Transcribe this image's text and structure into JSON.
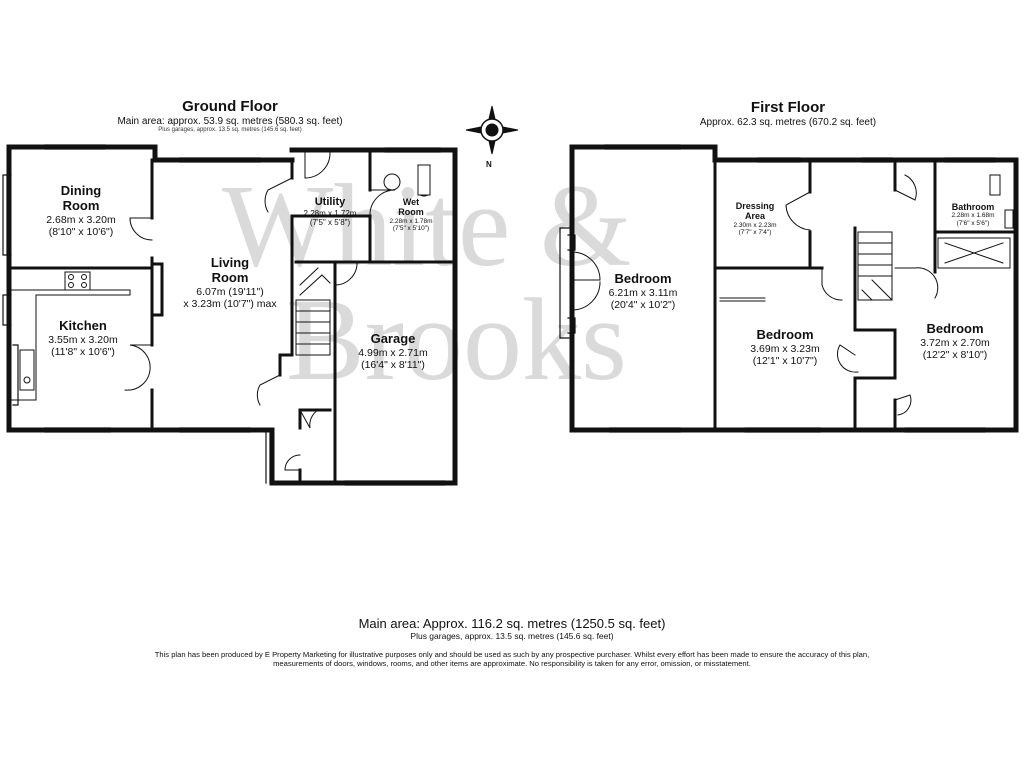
{
  "ground_floor": {
    "title": "Ground Floor",
    "main_area": "Main area: approx. 53.9 sq. metres (580.3 sq. feet)",
    "plus_garages": "Plus garages, approx. 13.5 sq. metres (145.6 sq. feet)",
    "rooms": {
      "dining": {
        "name_l1": "Dining",
        "name_l2": "Room",
        "dim_m": "2.68m x 3.20m",
        "dim_ft": "(8'10\" x 10'6\")"
      },
      "living": {
        "name_l1": "Living",
        "name_l2": "Room",
        "dim_m": "6.07m (19'11\")",
        "dim_ft": "x 3.23m (10'7\") max"
      },
      "kitchen": {
        "name": "Kitchen",
        "dim_m": "3.55m x 3.20m",
        "dim_ft": "(11'8\" x 10'6\")"
      },
      "utility": {
        "name": "Utility",
        "dim_m": "2.28m x 1.72m",
        "dim_ft": "(7'5\" x 5'8\")"
      },
      "wet_room": {
        "name_l1": "Wet",
        "name_l2": "Room",
        "dim_m": "2.28m x 1.78m",
        "dim_ft": "(7'5\" x 5'10\")"
      },
      "garage": {
        "name": "Garage",
        "dim_m": "4.99m x 2.71m",
        "dim_ft": "(16'4\" x 8'11\")"
      }
    }
  },
  "first_floor": {
    "title": "First Floor",
    "area": "Approx. 62.3 sq. metres (670.2 sq. feet)",
    "rooms": {
      "bedroom1": {
        "name": "Bedroom",
        "dim_m": "6.21m x 3.11m",
        "dim_ft": "(20'4\" x 10'2\")"
      },
      "dressing": {
        "name_l1": "Dressing",
        "name_l2": "Area",
        "dim_m": "2.30m x 2.23m",
        "dim_ft": "(7'7\" x 7'4\")"
      },
      "bathroom": {
        "name": "Bathroom",
        "dim_m": "2.28m x 1.68m",
        "dim_ft": "(7'6\" x 5'6\")"
      },
      "bedroom2": {
        "name": "Bedroom",
        "dim_m": "3.69m x 3.23m",
        "dim_ft": "(12'1\" x 10'7\")"
      },
      "bedroom3": {
        "name": "Bedroom",
        "dim_m": "3.72m x 2.70m",
        "dim_ft": "(12'2\" x 8'10\")"
      }
    }
  },
  "compass": {
    "label": "N"
  },
  "watermark": {
    "line1": "White &",
    "line2": "Brooks"
  },
  "footer": {
    "main_area": "Main area: Approx. 116.2 sq. metres (1250.5 sq. feet)",
    "plus_garages": "Plus garages, approx. 13.5 sq. metres (145.6 sq. feet)",
    "disclaimer": "This plan has been produced by E Property Marketing for illustrative purposes only and should be used as such by any prospective purchaser. Whilst every effort has been made to ensure the accuracy of this plan, measurements of doors, windows, rooms, and other items are approximate. No responsibility is taken for any error, omission, or misstatement."
  }
}
